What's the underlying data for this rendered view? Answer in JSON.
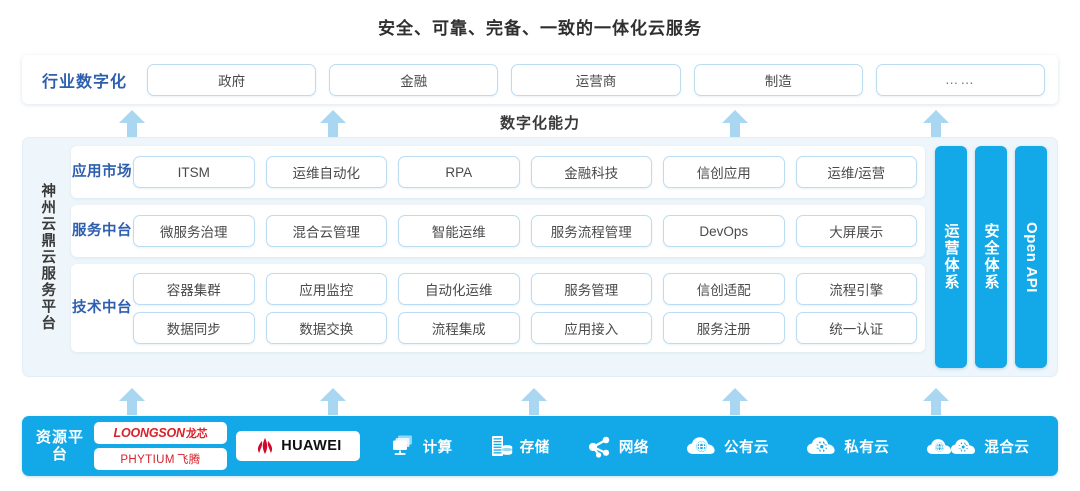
{
  "title": "安全、可靠、完备、一致的一体化云服务",
  "industry": {
    "label": "行业数字化",
    "items": [
      {
        "label": "政府"
      },
      {
        "label": "金融"
      },
      {
        "label": "运营商"
      },
      {
        "label": "制造"
      },
      {
        "label": "……"
      }
    ]
  },
  "capability_caption": "数字化能力",
  "platform": {
    "vertical_label": "神州云鼎云服务平台",
    "layers": [
      {
        "name": "app-market",
        "label": "应用市场",
        "rows": [
          [
            "ITSM",
            "运维自动化",
            "RPA",
            "金融科技",
            "信创应用",
            "运维/运营"
          ]
        ]
      },
      {
        "name": "service-platform",
        "label": "服务中台",
        "rows": [
          [
            "微服务治理",
            "混合云管理",
            "智能运维",
            "服务流程管理",
            "DevOps",
            "大屏展示"
          ]
        ]
      },
      {
        "name": "tech-platform",
        "label": "技术中台",
        "rows": [
          [
            "容器集群",
            "应用监控",
            "自动化运维",
            "服务管理",
            "信创适配",
            "流程引擎"
          ],
          [
            "数据同步",
            "数据交换",
            "流程集成",
            "应用接入",
            "服务注册",
            "统一认证"
          ]
        ]
      }
    ],
    "side_bars": [
      {
        "name": "operations-system",
        "label": "运营体系",
        "script": "cjk"
      },
      {
        "name": "security-system",
        "label": "安全体系",
        "script": "cjk"
      },
      {
        "name": "open-api",
        "label": "Open API",
        "script": "latin"
      }
    ]
  },
  "resource": {
    "label": "资源平台",
    "vendors": [
      {
        "name": "loongson",
        "latin": "LOONGSON",
        "cn": "龙芯"
      },
      {
        "name": "phytium",
        "latin": "PHYTIUM",
        "cn": "飞腾"
      },
      {
        "name": "huawei",
        "latin": "HUAWEI",
        "cn": ""
      }
    ],
    "items": [
      {
        "icon": "compute-icon",
        "label": "计算"
      },
      {
        "icon": "storage-icon",
        "label": "存储"
      },
      {
        "icon": "network-icon",
        "label": "网络"
      },
      {
        "icon": "public-cloud-icon",
        "label": "公有云"
      },
      {
        "icon": "private-cloud-icon",
        "label": "私有云"
      },
      {
        "icon": "hybrid-cloud-icon",
        "label": "混合云"
      }
    ]
  },
  "arrows": {
    "upper_count": 4,
    "lower_count": 5,
    "color": "#a9d7f2"
  },
  "colors": {
    "accent_blue": "#13a9e8",
    "label_blue": "#2e5fae",
    "panel_bg": "#eef6fb",
    "pill_border": "#bcdcf2",
    "vendor_red": "#d6222a"
  }
}
